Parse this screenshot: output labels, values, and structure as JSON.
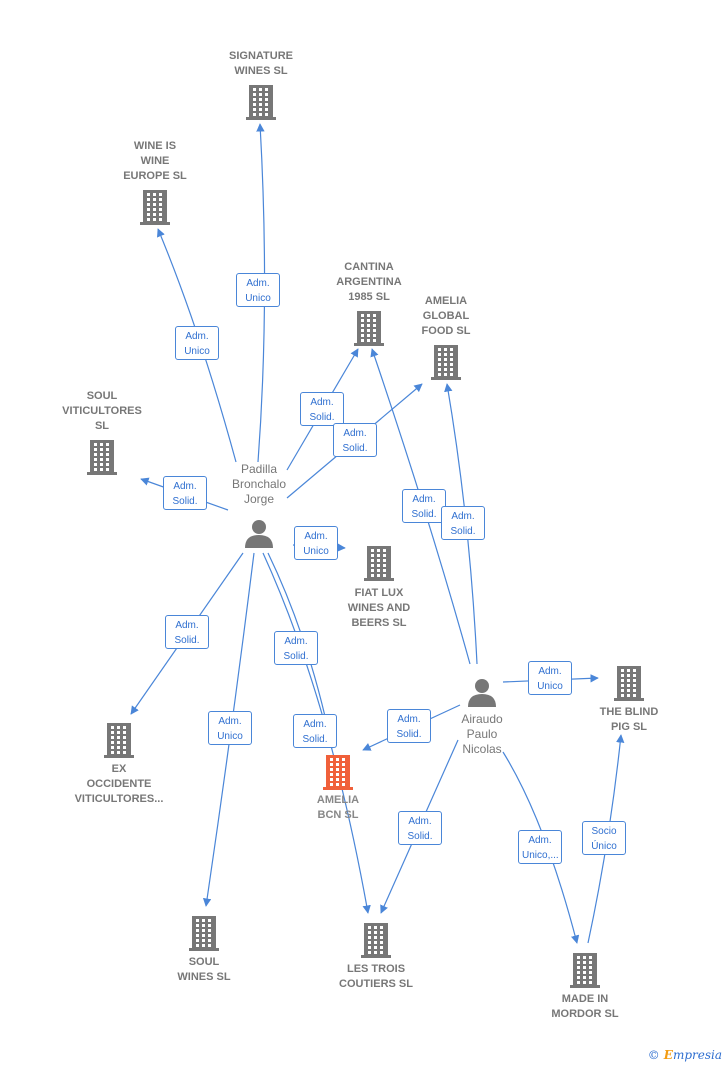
{
  "colors": {
    "edge": "#4a86d8",
    "building": "#777777",
    "focus": "#f0603a",
    "person": "#777777"
  },
  "nodes": [
    {
      "id": "signature",
      "kind": "company",
      "label": "SIGNATURE\nWINES SL"
    },
    {
      "id": "wineis",
      "kind": "company",
      "label": "WINE IS\nWINE\nEUROPE  SL"
    },
    {
      "id": "cantina",
      "kind": "company",
      "label": "CANTINA\nARGENTINA\n1985  SL"
    },
    {
      "id": "ameliaglobal",
      "kind": "company",
      "label": "AMELIA\nGLOBAL\nFOOD  SL"
    },
    {
      "id": "soulviti",
      "kind": "company",
      "label": "SOUL\nVITICULTORES\nSL"
    },
    {
      "id": "padilla",
      "kind": "person",
      "label": "Padilla\nBronchalo\nJorge"
    },
    {
      "id": "fiatlux",
      "kind": "company",
      "label": "FIAT LUX\nWINES AND\nBEERS  SL"
    },
    {
      "id": "airaudo",
      "kind": "person",
      "label": "Airaudo\nPaulo\nNicolas"
    },
    {
      "id": "blindpig",
      "kind": "company",
      "label": "THE BLIND\nPIG  SL"
    },
    {
      "id": "exocc",
      "kind": "company",
      "label": "EX\nOCCIDENTE\nVITICULTORES..."
    },
    {
      "id": "ameliabcn",
      "kind": "focus",
      "label": "AMELIA\nBCN  SL"
    },
    {
      "id": "soulwines",
      "kind": "company",
      "label": "SOUL\nWINES  SL"
    },
    {
      "id": "lestrois",
      "kind": "company",
      "label": "LES TROIS\nCOUTIERS  SL"
    },
    {
      "id": "mordor",
      "kind": "company",
      "label": "MADE IN\nMORDOR  SL"
    }
  ],
  "edges": [
    {
      "from": "padilla",
      "to": "signature",
      "label": "Adm.\nUnico"
    },
    {
      "from": "padilla",
      "to": "wineis",
      "label": "Adm.\nUnico"
    },
    {
      "from": "padilla",
      "to": "cantina",
      "label": "Adm.\nSolid."
    },
    {
      "from": "padilla",
      "to": "ameliaglobal",
      "label": "Adm.\nSolid."
    },
    {
      "from": "padilla",
      "to": "soulviti",
      "label": "Adm.\nSolid."
    },
    {
      "from": "padilla",
      "to": "fiatlux",
      "label": "Adm.\nUnico"
    },
    {
      "from": "padilla",
      "to": "exocc",
      "label": "Adm.\nSolid."
    },
    {
      "from": "padilla",
      "to": "soulwines",
      "label": "Adm.\nUnico"
    },
    {
      "from": "padilla",
      "to": "lestrois",
      "label": "Adm.\nSolid."
    },
    {
      "from": "padilla",
      "to": "ameliabcn",
      "label": "Adm.\nSolid."
    },
    {
      "from": "airaudo",
      "to": "cantina",
      "label": "Adm.\nSolid."
    },
    {
      "from": "airaudo",
      "to": "ameliaglobal",
      "label": "Adm.\nSolid."
    },
    {
      "from": "airaudo",
      "to": "blindpig",
      "label": "Adm.\nUnico"
    },
    {
      "from": "airaudo",
      "to": "ameliabcn",
      "label": "Adm.\nSolid."
    },
    {
      "from": "airaudo",
      "to": "lestrois",
      "label": "Adm.\nSolid."
    },
    {
      "from": "airaudo",
      "to": "mordor",
      "label": "Adm.\nUnico,..."
    },
    {
      "from": "mordor",
      "to": "blindpig",
      "label": "Socio\nÚnico"
    }
  ],
  "brand": {
    "copyright": "©",
    "first": "E",
    "rest": "mpresia"
  }
}
